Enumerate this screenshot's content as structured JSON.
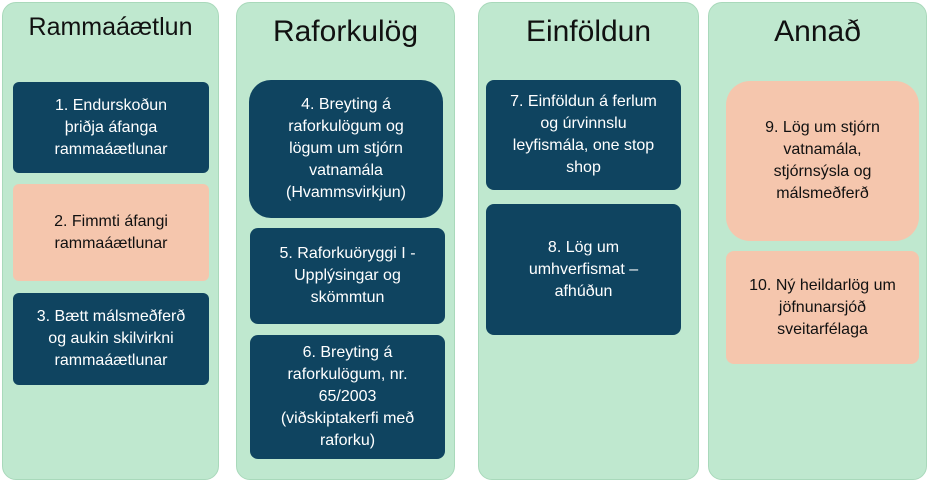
{
  "colors": {
    "column_bg": "#bfe8cf",
    "card_dark": "#0f4460",
    "card_peach": "#f5c6ad"
  },
  "columns": [
    {
      "title": "Rammaáætlun",
      "cards": [
        {
          "text": "1. Endurskoðun\nþriðja áfanga\nrammaáætlunar",
          "style": "dark"
        },
        {
          "text": "2. Fimmti áfangi\nrammaáætlunar",
          "style": "peach"
        },
        {
          "text": "3. Bætt málsmeðferð\nog aukin skilvirkni\nrammaáætlunar",
          "style": "dark"
        }
      ]
    },
    {
      "title": "Raforkulög",
      "cards": [
        {
          "text": "4. Breyting á\nraforkulögum og\nlögum um stjórn\nvatnamála\n(Hvammsvirkjun)",
          "style": "dark"
        },
        {
          "text": "5. Raforkuöryggi I -\nUpplýsingar og\nskömmtun",
          "style": "dark"
        },
        {
          "text": "6. Breyting á\nraforkulögum, nr.\n65/2003\n(viðskiptakerfi með\nraforku)",
          "style": "dark"
        }
      ]
    },
    {
      "title": "Einföldun",
      "cards": [
        {
          "text": "7. Einföldun á ferlum\nog úrvinnslu\nleyfismála, one stop\nshop",
          "style": "dark"
        },
        {
          "text": "8. Lög um\numhverfismat –\nafhúðun",
          "style": "dark"
        }
      ]
    },
    {
      "title": "Annað",
      "cards": [
        {
          "text": "9. Lög um stjórn\nvatnamála,\nstjórnsýsla og\nmálsmeðferð",
          "style": "peach"
        },
        {
          "text": "10. Ný heildarlög um\njöfnunarsjóð\nsveitarfélaga",
          "style": "peach"
        }
      ]
    }
  ]
}
